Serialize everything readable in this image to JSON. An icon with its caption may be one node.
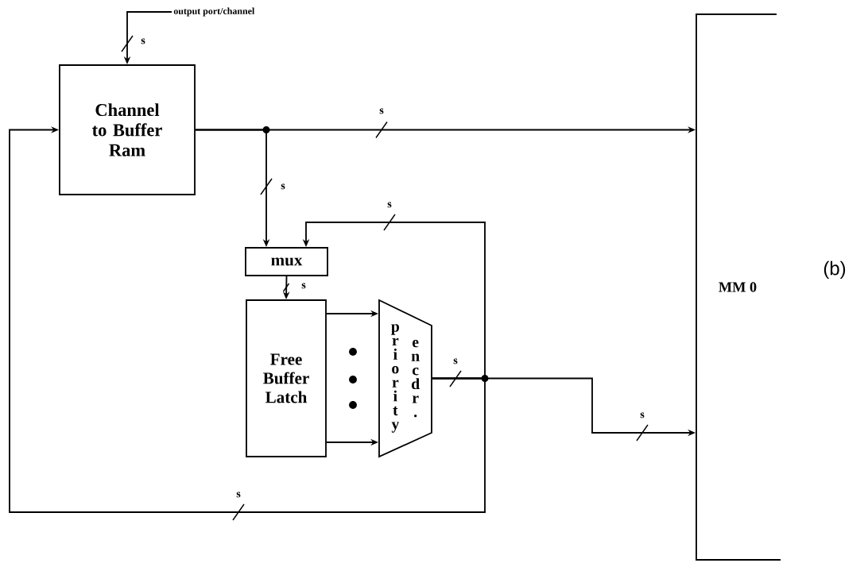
{
  "diagram": {
    "nodes": [
      {
        "text": [
          "output port/channel"
        ]
      },
      {
        "text": [
          "Channel to Buffer Ram"
        ]
      },
      {
        "text": [
          "mux"
        ]
      },
      {
        "text": [
          "Free Buffer Latch"
        ]
      },
      {
        "text": [
          "priority",
          "encdr."
        ]
      },
      {
        "text": [
          "MM 0"
        ]
      }
    ],
    "edges": [
      {
        "from": 0,
        "to": 1,
        "arrow": "to",
        "label": "s"
      },
      {
        "from": 1,
        "to": 5,
        "arrow": "to",
        "label": "s"
      },
      {
        "from": 1,
        "to": 2,
        "arrow": "to",
        "label": "s"
      },
      {
        "from": 2,
        "to": 3,
        "arrow": "to",
        "label": "s"
      },
      {
        "from": 3,
        "to": 4,
        "arrow": "to"
      },
      {
        "from": 3,
        "to": 4,
        "arrow": "to"
      },
      {
        "from": 4,
        "to": 5,
        "arrow": "to",
        "label": "s"
      },
      {
        "from": 4,
        "to": 2,
        "arrow": "to",
        "label": "s"
      },
      {
        "from": 4,
        "to": 1,
        "arrow": "to",
        "label": "s"
      }
    ],
    "labels": [
      "s",
      "(b)"
    ]
  }
}
